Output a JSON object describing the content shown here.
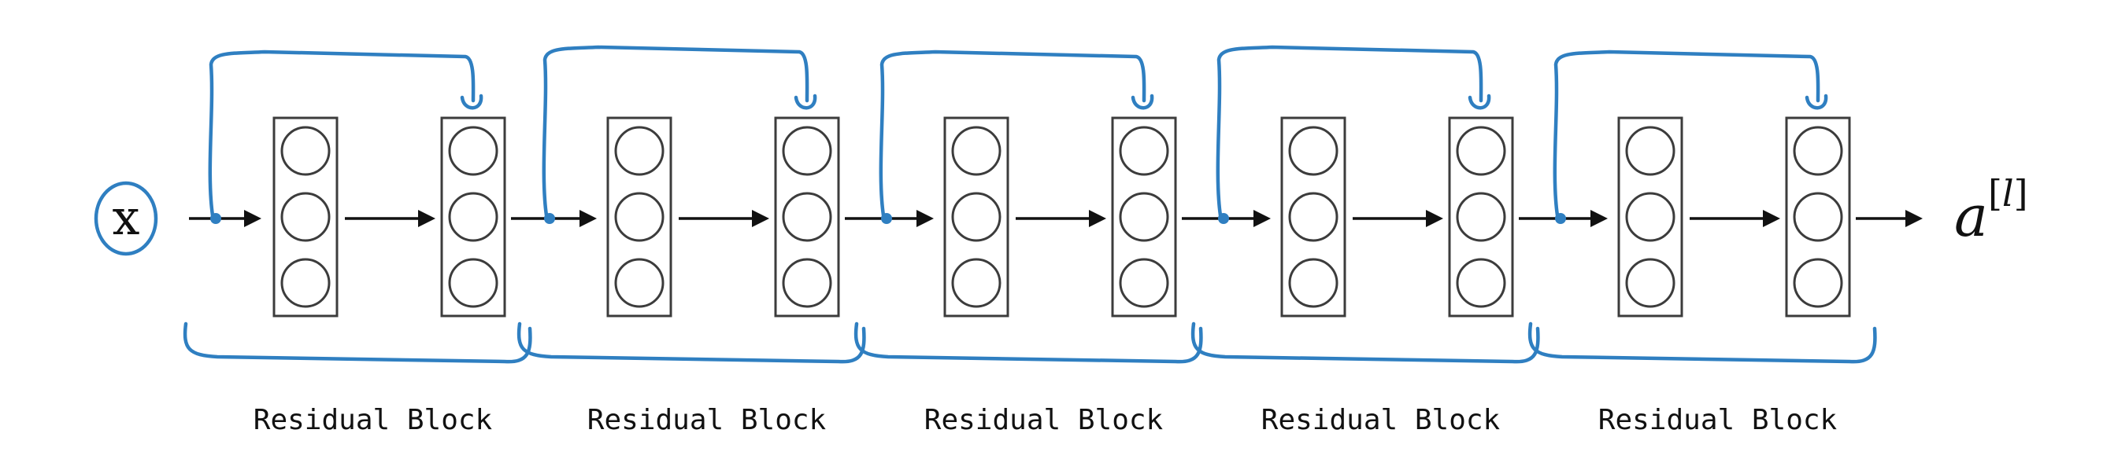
{
  "input_label": "x",
  "output": {
    "symbol": "a",
    "superscript_open": "[",
    "superscript_var": "l",
    "superscript_close": "]"
  },
  "blocks": [
    {
      "label": "Residual Block"
    },
    {
      "label": "Residual Block"
    },
    {
      "label": "Residual Block"
    },
    {
      "label": "Residual Block"
    },
    {
      "label": "Residual Block"
    }
  ],
  "neurons_per_layer": 3,
  "colors": {
    "ink": "#2f7fc1",
    "line": "#111111",
    "box": "#3c3c3c"
  }
}
